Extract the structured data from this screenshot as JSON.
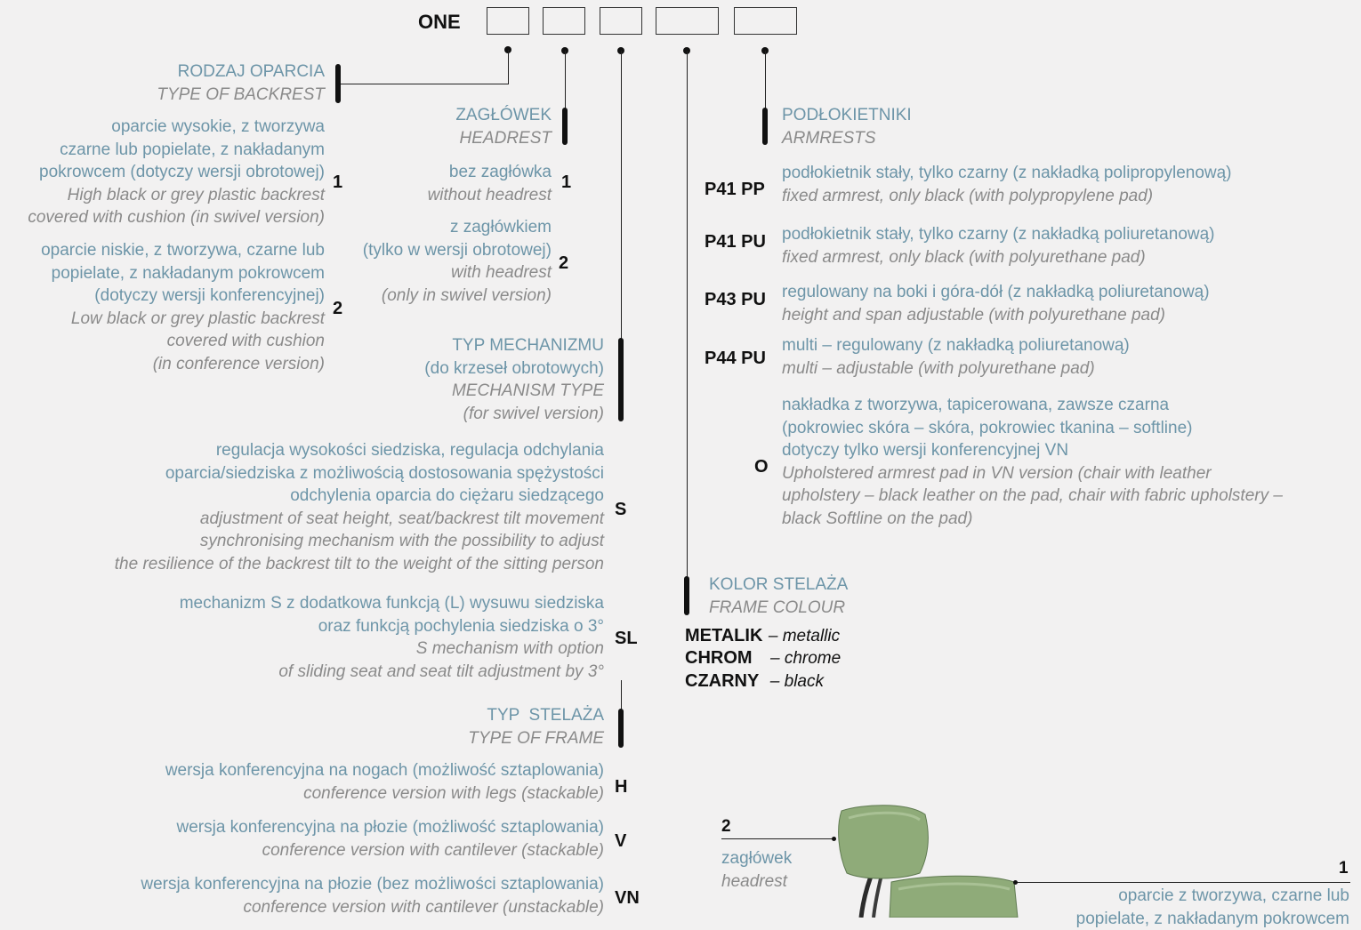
{
  "code": {
    "prefix": "ONE",
    "slots": [
      "backrest-slot",
      "headrest-slot",
      "mechanism-slot",
      "frame-colour-slot",
      "armrest-slot"
    ]
  },
  "backrest": {
    "title_pl": "RODZAJ OPARCIA",
    "title_en": "TYPE OF BACKREST",
    "options": [
      {
        "code": "1",
        "pl": [
          "oparcie wysokie, z tworzywa",
          "czarne lub popielate, z nakładanym",
          "pokrowcem (dotyczy wersji obrotowej)"
        ],
        "en": [
          "High black or grey plastic backrest",
          "covered with cushion (in swivel version)"
        ]
      },
      {
        "code": "2",
        "pl": [
          "oparcie niskie, z tworzywa, czarne lub",
          "popielate, z nakładanym pokrowcem",
          "(dotyczy wersji konferencyjnej)"
        ],
        "en": [
          "Low black or grey plastic backrest",
          "covered with cushion",
          "(in conference version)"
        ]
      }
    ]
  },
  "headrest": {
    "title_pl": "ZAGŁÓWEK",
    "title_en": "HEADREST",
    "options": [
      {
        "code": "1",
        "pl": [
          "bez zagłówka"
        ],
        "en": [
          "without headrest"
        ]
      },
      {
        "code": "2",
        "pl": [
          "z zagłówkiem",
          "(tylko w wersji obrotowej)"
        ],
        "en": [
          "with headrest",
          "(only in swivel version)"
        ]
      }
    ]
  },
  "mechanism": {
    "title_pl": [
      "TYP MECHANIZMU",
      "(do krzeseł obrotowych)"
    ],
    "title_en": [
      "MECHANISM TYPE",
      "(for swivel version)"
    ],
    "options": [
      {
        "code": "S",
        "pl": [
          "regulacja wysokości siedziska, regulacja odchylania",
          "oparcia/siedziska z możliwością dostosowania spężystości",
          "odchylenia oparcia do ciężaru siedzącego"
        ],
        "en": [
          "adjustment of seat height, seat/backrest tilt movement",
          "synchronising mechanism with the possibility to adjust",
          "the resilience of the backrest tilt to the weight of the sitting person"
        ]
      },
      {
        "code": "SL",
        "pl": [
          "mechanizm S z dodatkowa funkcją (L) wysuwu siedziska",
          "oraz funkcją pochylenia siedziska o 3°"
        ],
        "en": [
          "S mechanism with option",
          "of sliding seat and seat tilt adjustment by 3°"
        ]
      }
    ]
  },
  "frame_type": {
    "title_pl": "TYP  STELAŻA",
    "title_en": "TYPE OF FRAME",
    "options": [
      {
        "code": "H",
        "pl": "wersja konferencyjna na nogach (możliwość sztaplowania)",
        "en": "conference version with legs (stackable)"
      },
      {
        "code": "V",
        "pl": "wersja konferencyjna na płozie (możliwość sztaplowania)",
        "en": "conference version with cantilever (stackable)"
      },
      {
        "code": "VN",
        "pl": "wersja konferencyjna na płozie (bez możliwości sztaplowania)",
        "en": "conference version with cantilever (unstackable)"
      }
    ]
  },
  "frame_colour": {
    "title_pl": "KOLOR STELAŻA",
    "title_en": "FRAME COLOUR",
    "options": [
      {
        "code": "METALIK",
        "en": "– metallic"
      },
      {
        "code": "CHROM",
        "en": "– chrome"
      },
      {
        "code": "CZARNY",
        "en": "– black"
      }
    ]
  },
  "armrests": {
    "title_pl": "PODŁOKIETNIKI",
    "title_en": "ARMRESTS",
    "options": [
      {
        "code": "P41 PP",
        "pl": [
          "podłokietnik stały, tylko czarny (z nakładką polipropylenową)"
        ],
        "en": [
          "fixed armrest, only black (with polypropylene pad)"
        ]
      },
      {
        "code": "P41 PU",
        "pl": [
          "podłokietnik stały, tylko czarny (z nakładką poliuretanową)"
        ],
        "en": [
          "fixed armrest, only black (with polyurethane pad)"
        ]
      },
      {
        "code": "P43 PU",
        "pl": [
          "regulowany na boki i góra-dół (z nakładką poliuretanową)"
        ],
        "en": [
          "height and span adjustable (with polyurethane pad)"
        ]
      },
      {
        "code": "P44 PU",
        "pl": [
          "multi – regulowany (z nakładką poliuretanową)"
        ],
        "en": [
          "multi – adjustable (with polyurethane pad)"
        ]
      },
      {
        "code": "O",
        "pl": [
          "nakładka z tworzywa, tapicerowana, zawsze czarna",
          "(pokrowiec skóra – skóra, pokrowiec tkanina – softline)",
          "dotyczy tylko wersji konferencyjnej VN"
        ],
        "en": [
          "Upholstered armrest pad in VN version (chair with leather",
          "upholstery – black leather on the pad, chair with fabric upholstery –",
          "black Softline on the pad)"
        ]
      }
    ]
  },
  "illustration": {
    "headrest_callout": {
      "num": "2",
      "pl": "zagłówek",
      "en": "headrest"
    },
    "backrest_callout": {
      "num": "1",
      "pl": [
        "oparcie z tworzywa, czarne lub",
        "popielate, z nakładanym pokrowcem"
      ]
    },
    "fabric_color": "#8fab79"
  }
}
